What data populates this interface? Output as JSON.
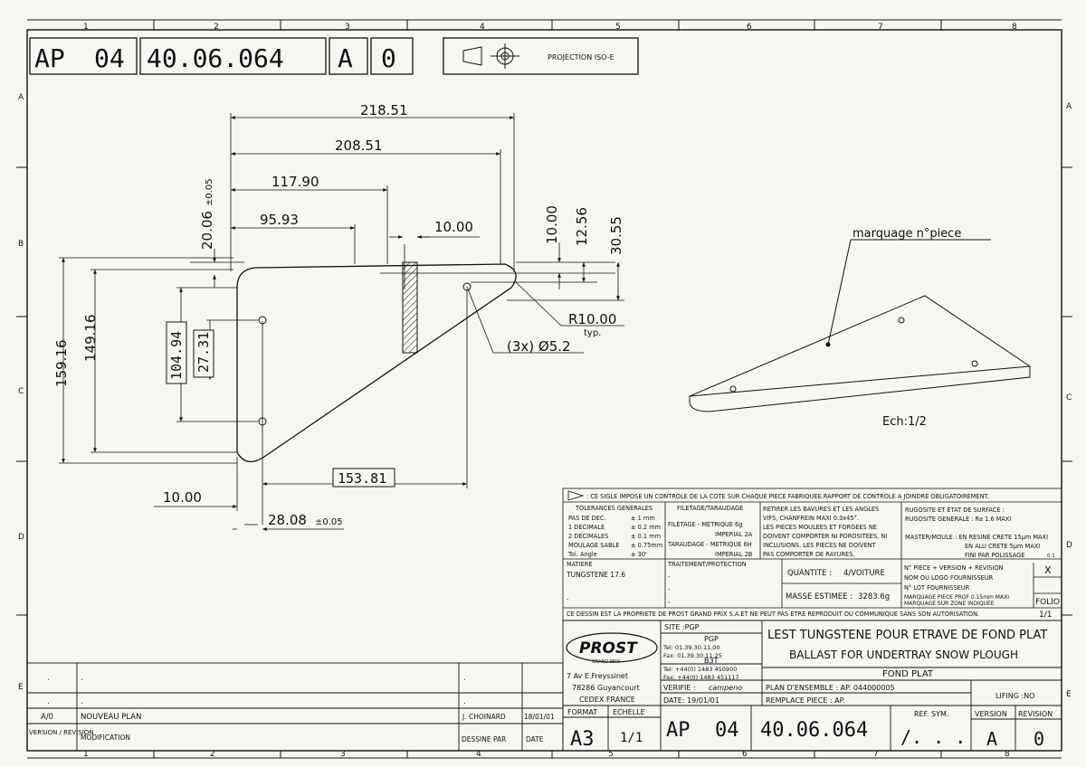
{
  "header": {
    "code": "AP",
    "number": "04",
    "part": "40.06.064",
    "version": "A",
    "revision": "0",
    "projection": "PROJECTION ISO-E"
  },
  "grid": {
    "cols": [
      "1",
      "2",
      "3",
      "4",
      "5",
      "6",
      "7",
      "8"
    ],
    "rows": [
      "A",
      "B",
      "C",
      "D",
      "E"
    ]
  },
  "dims": {
    "d1": "218.51",
    "d2": "208.51",
    "d3": "117.90",
    "d4": "95.93",
    "d5": "10.00",
    "d6": "10.00",
    "d7": "12.56",
    "d8": "30.55",
    "d9": "20.06",
    "d9tol": "±0.05",
    "d10": "159.16",
    "d11": "149.16",
    "d12": "104.94",
    "d13": "27.31",
    "d14": "153.81",
    "d15": "10.00",
    "d16": "28.08",
    "d16tol": "±0.05",
    "radius": "R10.00",
    "radius_note": "typ.",
    "holes": "(3x) Ø5.2"
  },
  "iso": {
    "label": "marquage n°piece",
    "scale": "Ech:1/2"
  },
  "notes": {
    "control": ": CE SIGLE IMPOSE UN CONTROLE DE LA COTE SUR CHAQUE PIECE FABRIQUEE.RAPPORT DE CONTROLE A JOINDRE OBLIGATOIREMENT.",
    "tol_title": "TOLERANCES GENERALES",
    "tol_rows": [
      [
        "PAS DE DEC.",
        "± 1   mm"
      ],
      [
        "1 DECIMALE",
        "± 0.2 mm"
      ],
      [
        "2 DECIMALES",
        "± 0.1 mm"
      ],
      [
        "MOULAGE SABLE",
        "± 0.75mm"
      ],
      [
        "Tol. Angle",
        "± 30'"
      ]
    ],
    "thread_title": "FILETAGE/TARAUDAGE",
    "thread_rows": [
      "FILETAGE  - METRIQUE 6g",
      "IMPERIAL 2A",
      "TARAUDAGE - METRIQUE 6H",
      "IMPERIAL 2B"
    ],
    "burr": [
      "RETIRER LES BAVURES ET LES ANGLES",
      "VIFS, CHANFREIN MAXI 0.3x45°.",
      "LES PIECES MOULEES ET FORGEES NE",
      "DOIVENT COMPORTER NI POROSITEES, NI",
      "INCLUSIONS. LES PIECES NE DOIVENT",
      "PAS COMPORTER DE RAYURES."
    ],
    "rug": [
      "RUGOSITE ET ETAT DE SURFACE :",
      "RUGOSITE GENERALE : Ra 1.6 MAXI"
    ],
    "master": [
      "MASTER/MOULE  : EN RESINE CRETE 15µm MAXI",
      "EN ALU CRETE 5µm MAXI",
      "FINI PAR POLISSAGE"
    ],
    "matiere_label": "MATIERE",
    "matiere": "TUNGSTENE 17.6",
    "dash": "-",
    "trait_label": "TRAITEMENT/PROTECTION",
    "qty_label": "QUANTITE :",
    "qty": "4/VOITURE",
    "mass_label": "MASSE ESTIMEE :",
    "mass": "3283.6g",
    "piece_rows": [
      "N° PIECE + VERSION + REVISION",
      "NOM OU LOGO FOURNISSEUR",
      "N° LOT FOURNISSEUR",
      "MARQUAGE PIECE PROF 0.15mm MAXI",
      "MARQUAGE SUR ZONE INDIQUEE"
    ],
    "x_mark": "X",
    "folio_label": "FOLIO",
    "folio": "1/1",
    "pol": "0.1",
    "property": "CE DESSIN EST LA PROPRIETE DE PROST GRAND PRIX S.A.ET NE PEUT PAS ETRE REPRODUIT OU COMMUNIQUE SANS SON AUTORISATION."
  },
  "title_block": {
    "logo": "PROST",
    "logo_sub": "GRAND PRIX",
    "site": "SITE :PGP",
    "pgp": "PGP",
    "pgp_tel": "Tel: 01.39.30.11.00",
    "pgp_fax": "Fax: 01.39.30.11.25",
    "b3t": "B3T",
    "b3t_tel": "Tel: +44(0) 1483 450900",
    "b3t_fax": "Fax: +44(0) 1483 451117",
    "addr1": "7 Av E.Freyssinet",
    "addr2": "78286 Guyancourt",
    "addr3": "CEDEX FRANCE",
    "title_fr": "LEST TUNGSTENE POUR ETRAVE DE FOND PLAT",
    "title_en": "BALLAST FOR UNDERTRAY SNOW PLOUGH",
    "sub": "FOND PLAT",
    "verifie": "VERIFIE :",
    "verifier": "campeno",
    "date": "DATE: 19/01/01",
    "ensemble": "PLAN D'ENSEMBLE : AP. 044000005",
    "remplace": "REMPLACE PIECE : AP.",
    "lifing": "LIFING :NO",
    "format_label": "FORMAT",
    "format": "A3",
    "echelle_label": "ECHELLE",
    "echelle": "1/1",
    "ap": "AP",
    "n04": "04",
    "part": "40.06.064",
    "refsym_label": "REF. SYM.",
    "refsym": "/. . .",
    "version_label": "VERSION",
    "version": "A",
    "revision_label": "REVISION",
    "revision": "0"
  },
  "revisions": {
    "rows": [
      {
        "rev": ".",
        "mod": ".",
        "who": ".",
        "date": ""
      },
      {
        "rev": ".",
        "mod": ".",
        "who": ".",
        "date": ""
      },
      {
        "rev": "A/0",
        "mod": "NOUVEAU PLAN",
        "who": "J. CHOINARD",
        "date": "18/01/01"
      }
    ],
    "head_rev": "VERSION / REVISION",
    "head_mod": "MODIFICATION",
    "head_who": "DESSINE PAR",
    "head_date": "DATE"
  }
}
